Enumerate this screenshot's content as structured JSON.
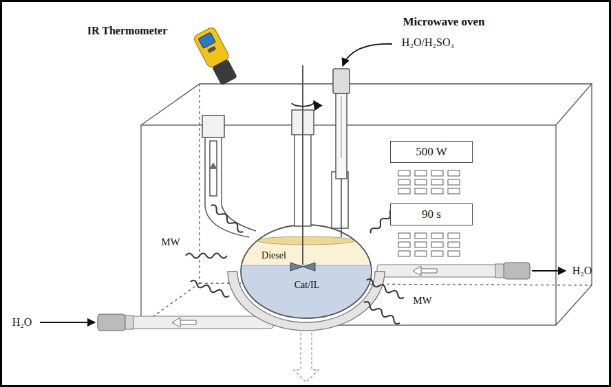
{
  "diagram": {
    "nodes": [
      {
        "text": [
          "500 W"
        ]
      },
      {
        "text": [
          "90 s"
        ]
      }
    ],
    "labels": [
      "IR Thermometer",
      "Microwave oven",
      "H₂O/H₂SO₄",
      "MW",
      "MW",
      "Diesel",
      "Cat/IL",
      "H₂O",
      "H₂O"
    ]
  }
}
